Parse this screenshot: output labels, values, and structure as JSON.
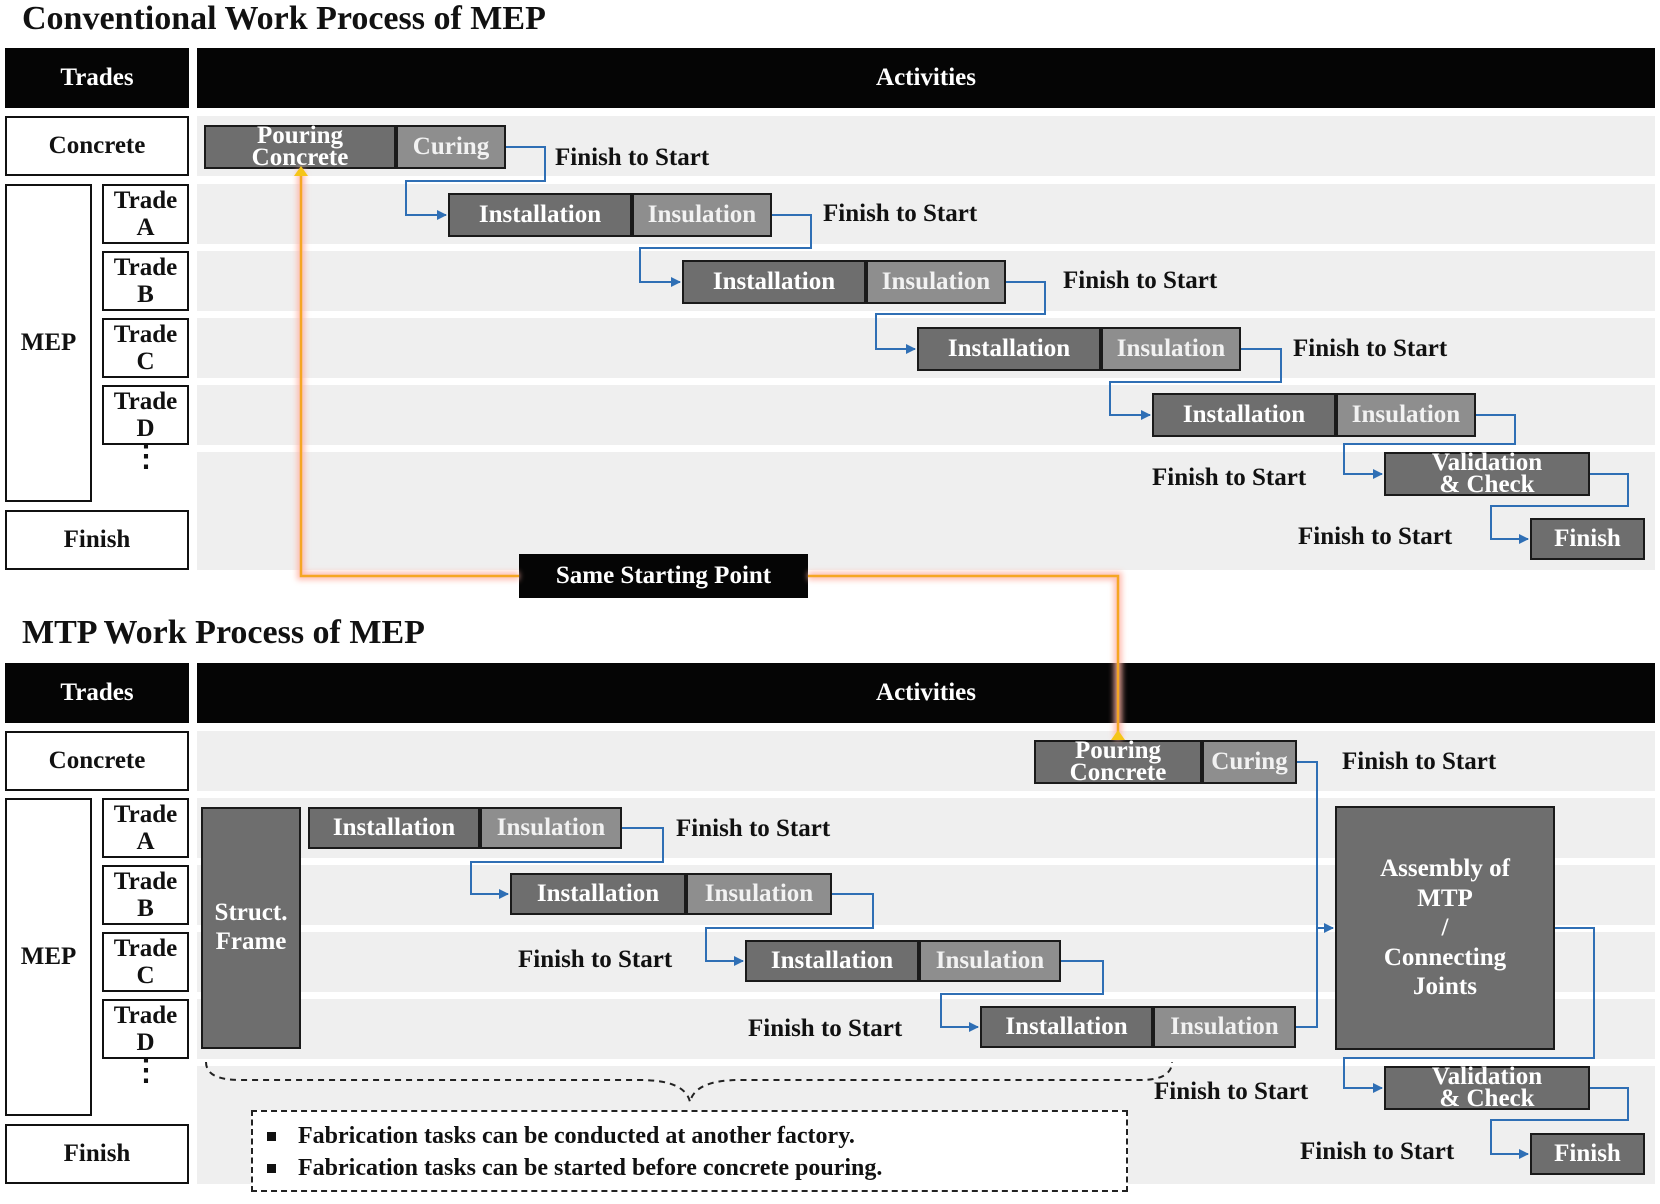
{
  "conventional": {
    "title": "Conventional Work Process of MEP",
    "trades_header": "Trades",
    "activities_header": "Activities",
    "rows": {
      "concrete": "Concrete",
      "mep": "MEP",
      "trade_a": "Trade\nA",
      "trade_b": "Trade\nB",
      "trade_c": "Trade\nC",
      "trade_d": "Trade\nD",
      "dots": "⋮",
      "finish": "Finish"
    },
    "activities": {
      "pouring": "Pouring\nConcrete",
      "curing": "Curing",
      "installation": "Installation",
      "insulation": "Insulation",
      "validation": "Validation\n& Check",
      "finish": "Finish"
    },
    "fts": "Finish to Start"
  },
  "same_start": "Same Starting Point",
  "mtp": {
    "title": "MTP Work Process of MEP",
    "trades_header": "Trades",
    "activities_header": "Activities",
    "rows": {
      "concrete": "Concrete",
      "mep": "MEP",
      "trade_a": "Trade\nA",
      "trade_b": "Trade\nB",
      "trade_c": "Trade\nC",
      "trade_d": "Trade\nD",
      "dots": "⋮",
      "finish": "Finish"
    },
    "activities": {
      "struct": "Struct.\nFrame",
      "pouring": "Pouring\nConcrete",
      "curing": "Curing",
      "installation": "Installation",
      "insulation": "Insulation",
      "assembly": "Assembly of\nMTP\n/\nConnecting\nJoints",
      "validation": "Validation\n& Check",
      "finish": "Finish"
    },
    "fts": "Finish to Start",
    "notes": [
      "Fabrication tasks can be conducted at another factory.",
      "Fabrication tasks can be started before concrete pouring."
    ]
  },
  "colors": {
    "header": "#050505",
    "band": "#efefef",
    "activity_dark": "#6e6e6e",
    "activity_light": "#8e8e8e",
    "connector": "#2f6fb5",
    "highlight": "#f5a623"
  }
}
